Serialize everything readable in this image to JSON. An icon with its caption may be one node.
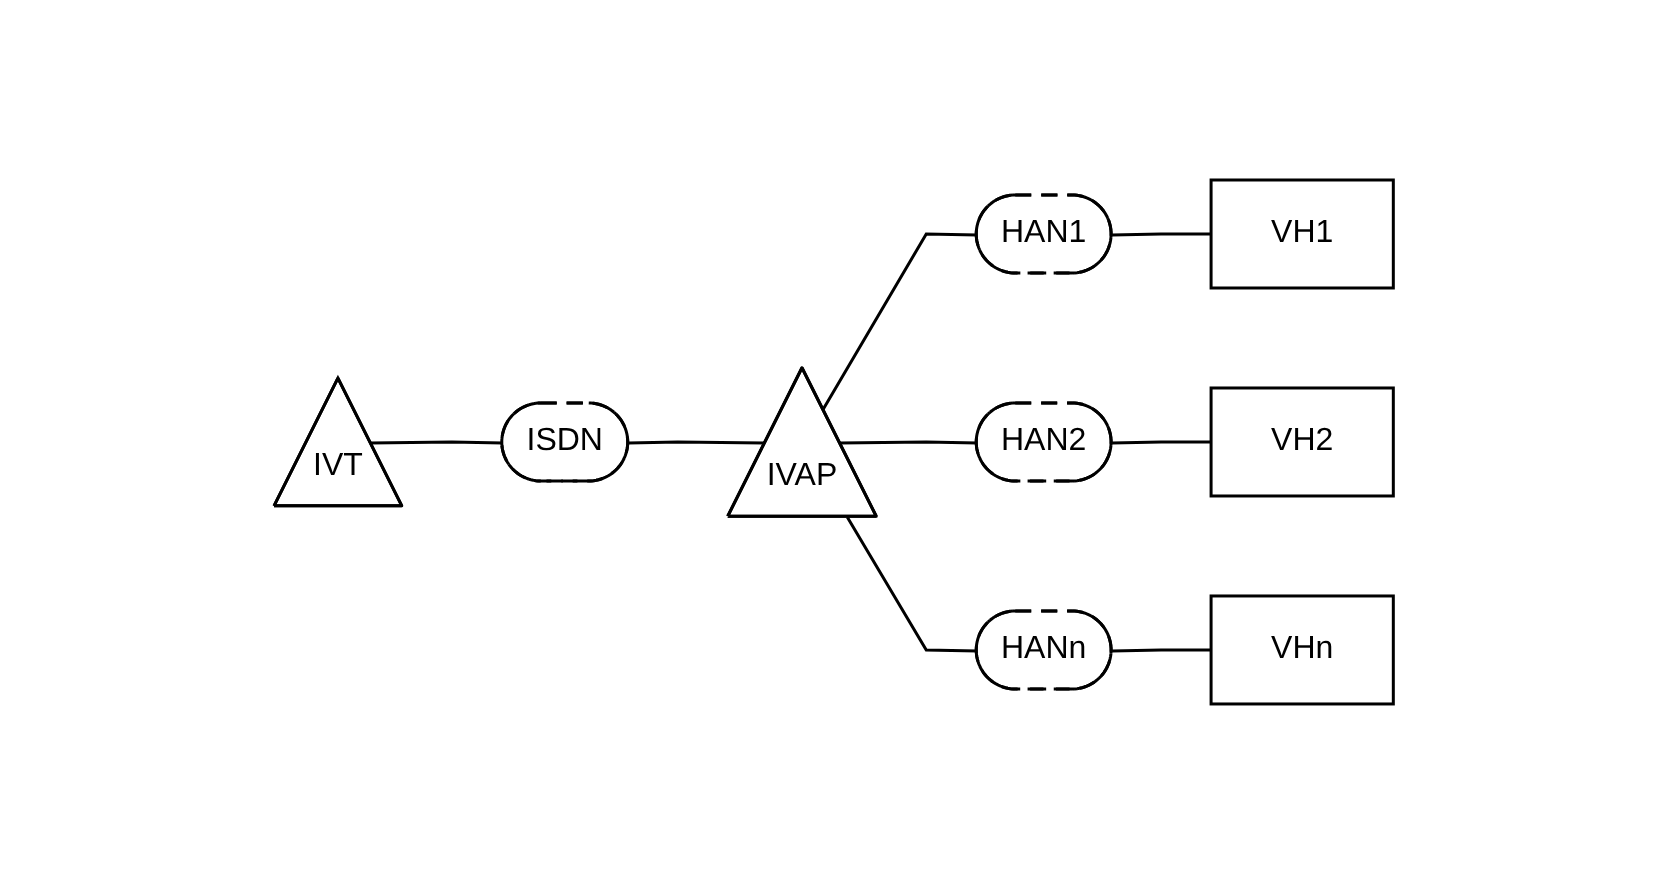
{
  "diagram": {
    "nodes": [
      {
        "text": [
          "IVT"
        ]
      },
      {
        "text": [
          "ISDN"
        ]
      },
      {
        "text": [
          "IVAP"
        ]
      },
      {
        "text": [
          "HAN1"
        ]
      },
      {
        "text": [
          "VH1"
        ]
      },
      {
        "text": [
          "HAN2"
        ]
      },
      {
        "text": [
          "VH2"
        ]
      },
      {
        "text": [
          "HANn"
        ]
      },
      {
        "text": [
          "VHn"
        ]
      }
    ],
    "edges": [
      {
        "from": 0,
        "to": 1,
        "arrow": "none"
      },
      {
        "from": 1,
        "to": 2,
        "arrow": "none"
      },
      {
        "from": 2,
        "to": 3,
        "arrow": "none"
      },
      {
        "from": 3,
        "to": 4,
        "arrow": "none"
      },
      {
        "from": 2,
        "to": 5,
        "arrow": "none"
      },
      {
        "from": 5,
        "to": 6,
        "arrow": "none"
      },
      {
        "from": 2,
        "to": 7,
        "arrow": "none"
      },
      {
        "from": 7,
        "to": 8,
        "arrow": "none"
      }
    ]
  }
}
